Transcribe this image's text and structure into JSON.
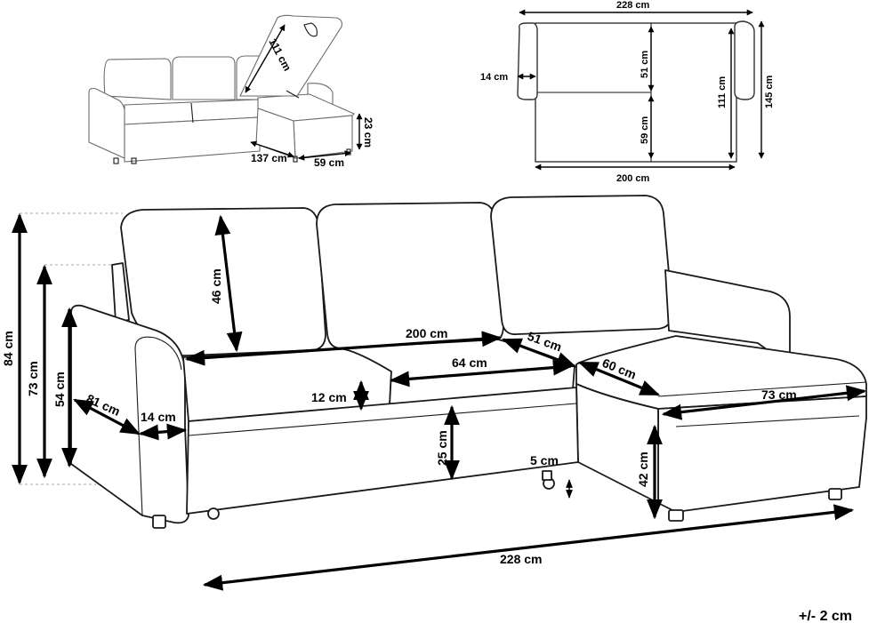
{
  "labels": {
    "small_open_height": "111 cm",
    "small_depth": "137 cm",
    "small_chaise_width": "59 cm",
    "small_chaise_height": "23 cm",
    "plan_total_width": "228 cm",
    "plan_arm": "14 cm",
    "plan_upper": "51 cm",
    "plan_lower": "59 cm",
    "plan_inner_depth": "111 cm",
    "plan_total_depth": "145 cm",
    "plan_inner_width": "200 cm",
    "total_height": "84 cm",
    "back_height": "73 cm",
    "arm_height": "54 cm",
    "back_cushion": "46 cm",
    "seat_width": "200 cm",
    "seat_depth": "51 cm",
    "cushion_width": "64 cm",
    "chaise_width": "60 cm",
    "chaise_length": "73 cm",
    "cushion_thickness": "12 cm",
    "arm_depth": "81 cm",
    "arm_width": "14 cm",
    "seat_height": "25 cm",
    "leg_height": "5 cm",
    "chaise_height": "42 cm",
    "total_width": "228 cm",
    "tolerance": "+/- 2 cm"
  }
}
